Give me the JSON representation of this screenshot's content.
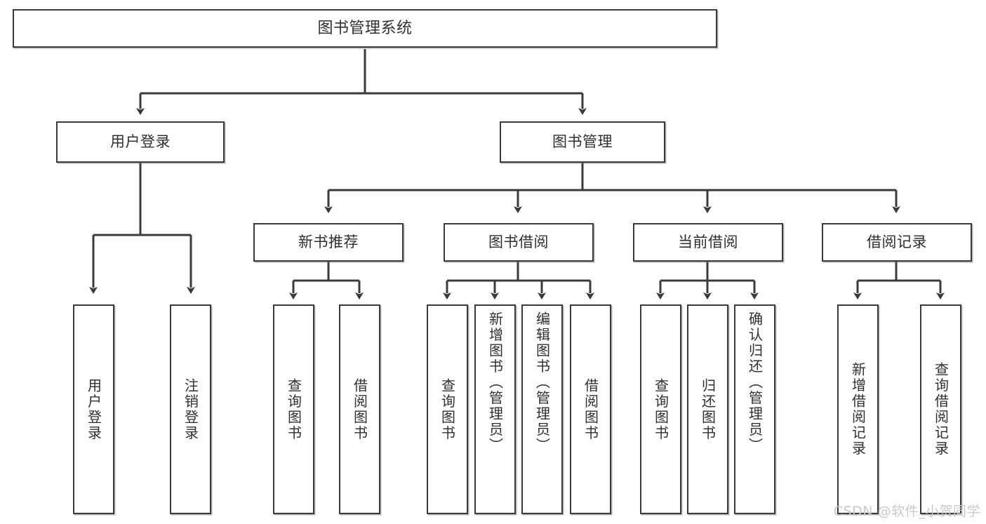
{
  "diagram": {
    "title": "图书管理系统",
    "type": "tree",
    "watermark": "CSDN @软件_小贺同学",
    "colors": {
      "background": "#ffffff",
      "box_border": "#3a3a3a",
      "box_fill": "#ffffff",
      "text": "#2f2f2f",
      "edge": "#3a3a3a",
      "watermark": "#c9c9c9"
    },
    "nodes": {
      "root": {
        "label": "图书管理系统",
        "orientation": "horizontal"
      },
      "user_login": {
        "label": "用户登录",
        "orientation": "horizontal"
      },
      "book_manage": {
        "label": "图书管理",
        "orientation": "horizontal"
      },
      "new_book_rec": {
        "label": "新书推荐",
        "orientation": "horizontal"
      },
      "book_borrow": {
        "label": "图书借阅",
        "orientation": "horizontal"
      },
      "current_borrow": {
        "label": "当前借阅",
        "orientation": "horizontal"
      },
      "borrow_record": {
        "label": "借阅记录",
        "orientation": "horizontal"
      },
      "leaf_user_login": {
        "label": "用户登录",
        "orientation": "vertical"
      },
      "leaf_logout": {
        "label": "注销登录",
        "orientation": "vertical"
      },
      "leaf_query_book_1": {
        "label": "查询图书",
        "orientation": "vertical"
      },
      "leaf_borrow_book_1": {
        "label": "借阅图书",
        "orientation": "vertical"
      },
      "leaf_query_book_2": {
        "label": "查询图书",
        "orientation": "vertical"
      },
      "leaf_add_book": {
        "label": "新增图书（管理员）",
        "orientation": "vertical"
      },
      "leaf_edit_book": {
        "label": "编辑图书（管理员）",
        "orientation": "vertical"
      },
      "leaf_borrow_book_2": {
        "label": "借阅图书",
        "orientation": "vertical"
      },
      "leaf_query_book_3": {
        "label": "查询图书",
        "orientation": "vertical"
      },
      "leaf_return_book": {
        "label": "归还图书",
        "orientation": "vertical"
      },
      "leaf_confirm_return": {
        "label": "确认归还（管理员）",
        "orientation": "vertical"
      },
      "leaf_add_record": {
        "label": "新增借阅记录",
        "orientation": "vertical"
      },
      "leaf_query_record": {
        "label": "查询借阅记录",
        "orientation": "vertical"
      }
    },
    "hierarchy": [
      {
        "parent": "图书管理系统",
        "children": [
          "用户登录",
          "图书管理"
        ]
      },
      {
        "parent": "用户登录",
        "children": [
          "用户登录",
          "注销登录"
        ]
      },
      {
        "parent": "图书管理",
        "children": [
          "新书推荐",
          "图书借阅",
          "当前借阅",
          "借阅记录"
        ]
      },
      {
        "parent": "新书推荐",
        "children": [
          "查询图书",
          "借阅图书"
        ]
      },
      {
        "parent": "图书借阅",
        "children": [
          "查询图书",
          "新增图书（管理员）",
          "编辑图书（管理员）",
          "借阅图书"
        ]
      },
      {
        "parent": "当前借阅",
        "children": [
          "查询图书",
          "归还图书",
          "确认归还（管理员）"
        ]
      },
      {
        "parent": "借阅记录",
        "children": [
          "新增借阅记录",
          "查询借阅记录"
        ]
      }
    ]
  }
}
